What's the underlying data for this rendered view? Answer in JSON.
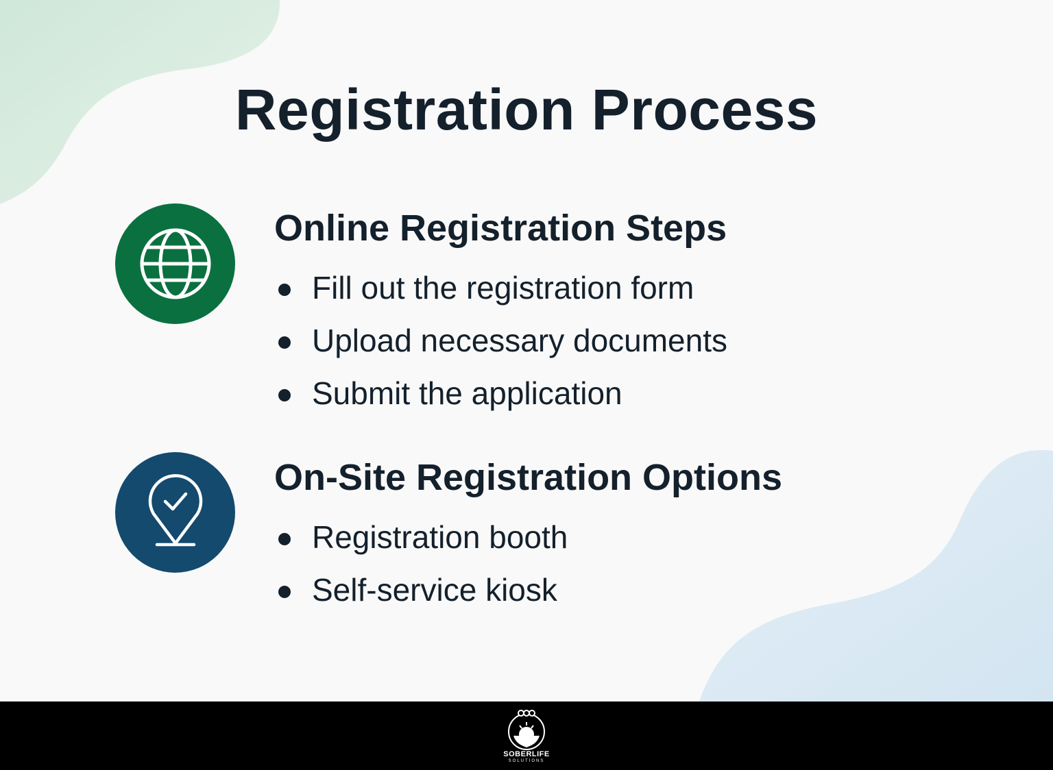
{
  "title": "Registration Process",
  "sections": [
    {
      "icon": "globe-icon",
      "color": "#0b7040",
      "heading": "Online Registration Steps",
      "items": [
        "Fill out the registration form",
        "Upload necessary documents",
        "Submit the application"
      ]
    },
    {
      "icon": "location-check-icon",
      "color": "#134a6e",
      "heading": "On-Site Registration Options",
      "items": [
        "Registration booth",
        "Self-service kiosk"
      ]
    }
  ],
  "footer": {
    "brand": "SOBERLIFE",
    "sub": "SOLUTIONS"
  }
}
